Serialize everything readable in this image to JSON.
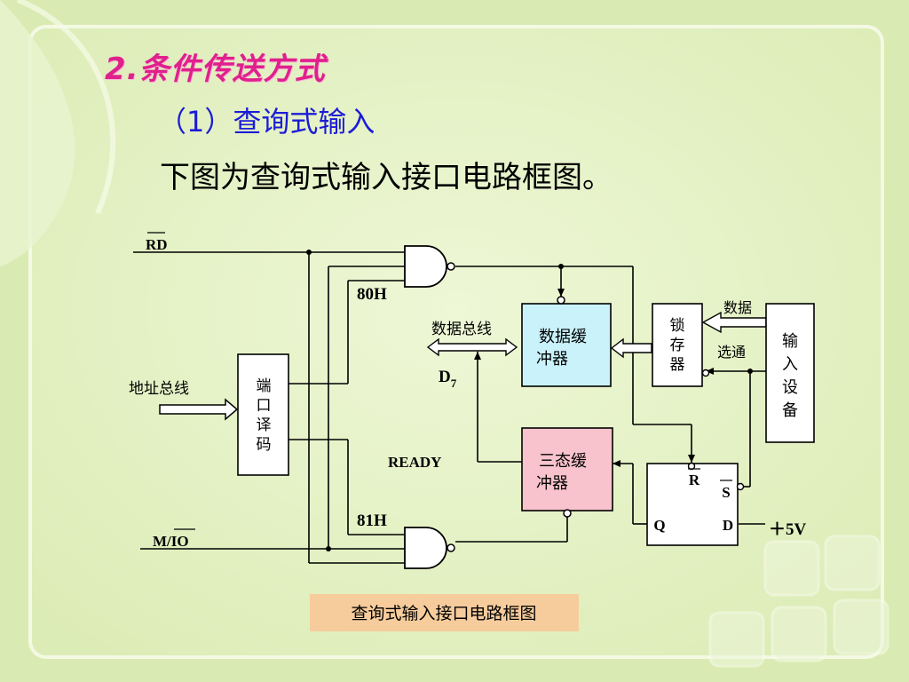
{
  "heading": {
    "section_title": "2.条件传送方式",
    "subtitle": "（1）查询式输入",
    "intro": "下图为查询式输入接口电路框图。"
  },
  "diagram": {
    "signals": {
      "rd": "RD",
      "mio": "M/IO",
      "port_80h": "80H",
      "port_81h": "81H",
      "ready": "READY",
      "d7_base": "D",
      "d7_sub": "7",
      "vcc": "＋5V",
      "data": "数据",
      "strobe": "选通",
      "address_bus": "地址总线",
      "data_bus": "数据总线"
    },
    "blocks": {
      "decoder": [
        "端",
        "口",
        "译",
        "码"
      ],
      "data_buffer": [
        "数据缓",
        "冲器"
      ],
      "tristate_buffer": [
        "三态缓",
        "冲器"
      ],
      "latch": [
        "锁",
        "存",
        "器"
      ],
      "input_device": [
        "输",
        "入",
        "设",
        "备"
      ],
      "flipflop": {
        "r": "R",
        "s": "S",
        "q": "Q",
        "d": "D"
      }
    },
    "caption": "查询式输入接口电路框图",
    "colors": {
      "data_buffer_fill": "#c9f2fb",
      "tristate_fill": "#f8c3cc",
      "caption_fill": "#f7cc9c",
      "wire": "#000000"
    }
  }
}
